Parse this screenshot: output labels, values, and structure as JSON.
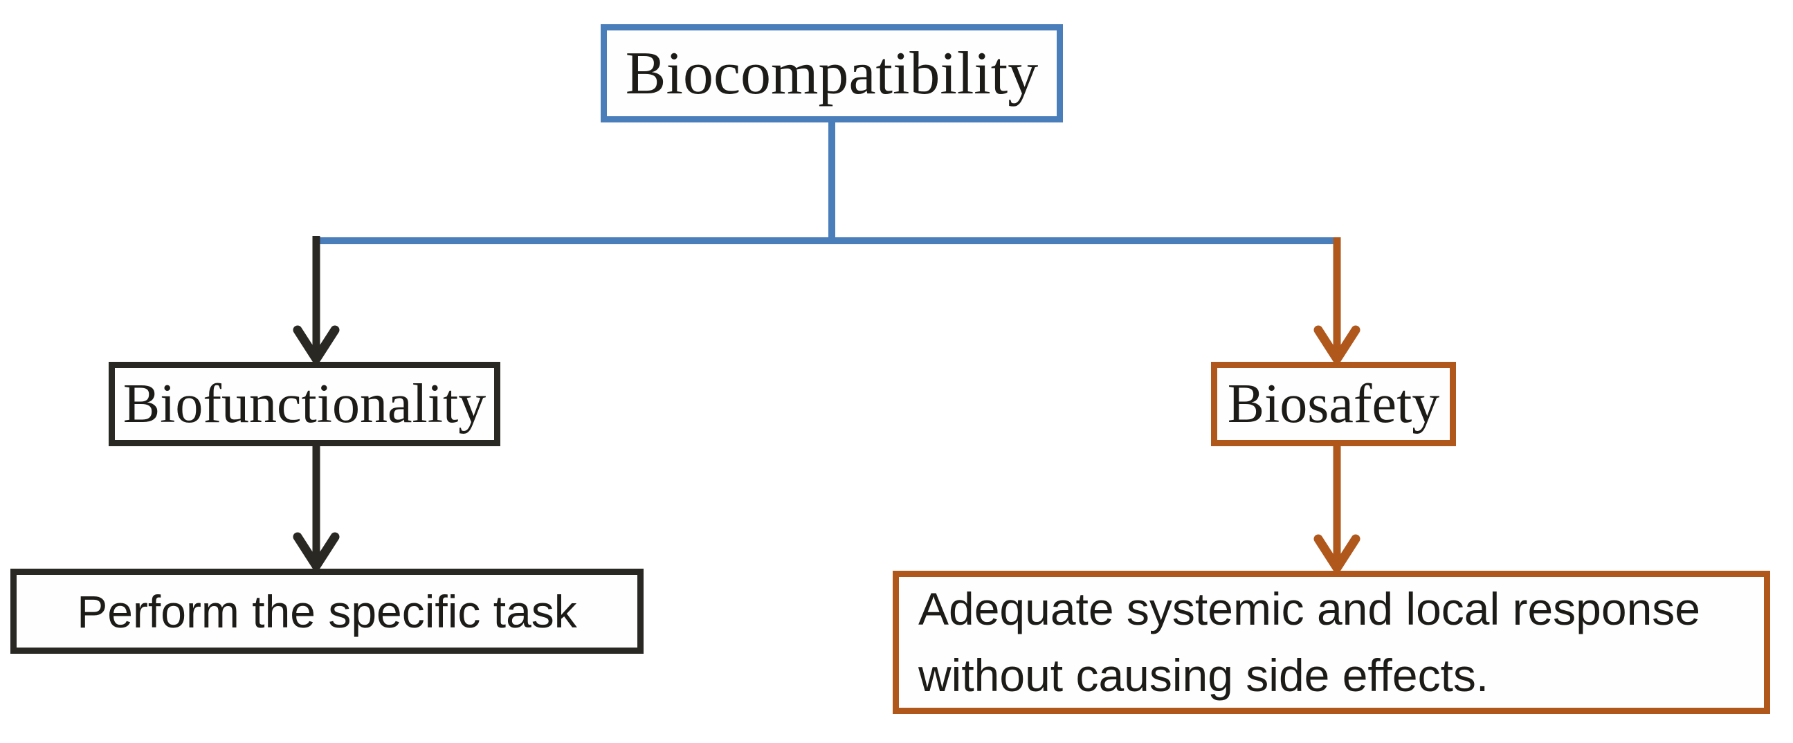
{
  "figure": {
    "background_color": "#ffffff",
    "text_color": "#1d1b17",
    "nodes": {
      "root": {
        "label": "Biocompatibility",
        "border_color": "#4a7ebb"
      },
      "left_child": {
        "label": "Biofunctionality",
        "border_color": "#2a2822"
      },
      "right_child": {
        "label": "Biosafety",
        "border_color": "#b0581c"
      },
      "left_leaf": {
        "label": "Perform the specific task",
        "border_color": "#2a2822"
      },
      "right_leaf": {
        "label": "Adequate systemic and local response without causing side effects.",
        "border_color": "#b0581c"
      }
    },
    "edges": [
      {
        "from": "Biocompatibility",
        "to": "Biofunctionality",
        "color": "#2a2822",
        "style": "arrow"
      },
      {
        "from": "Biocompatibility",
        "to": "Biosafety",
        "color": "#b0581c",
        "style": "arrow"
      },
      {
        "from": "Biofunctionality",
        "to": "Perform the specific task",
        "color": "#2a2822",
        "style": "arrow"
      },
      {
        "from": "Biosafety",
        "to": "Adequate systemic and local response without causing side effects.",
        "color": "#b0581c",
        "style": "arrow"
      }
    ],
    "connector_colors": {
      "blue": "#4a7ebb",
      "black": "#2a2822",
      "brown": "#b0581c"
    }
  }
}
